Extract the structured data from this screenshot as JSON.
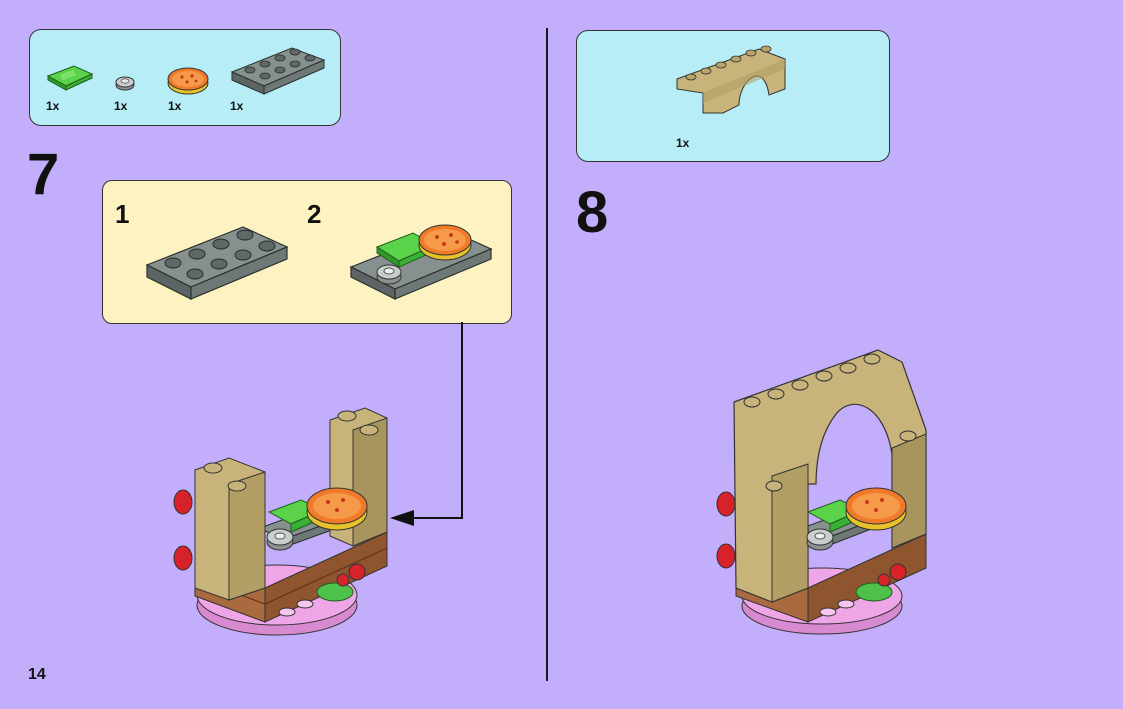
{
  "page": {
    "number": "14"
  },
  "step7": {
    "number": "7",
    "parts": [
      {
        "icon": "green-tile-brick-icon",
        "qty": "1x"
      },
      {
        "icon": "grey-round-plate-icon",
        "qty": "1x"
      },
      {
        "icon": "pizza-tile-icon",
        "qty": "1x"
      },
      {
        "icon": "grey-plate-2x4-icon",
        "qty": "1x"
      }
    ],
    "substeps": [
      {
        "number": "1"
      },
      {
        "number": "2"
      }
    ]
  },
  "step8": {
    "number": "8",
    "parts": [
      {
        "icon": "tan-arch-brick-icon",
        "qty": "1x"
      }
    ]
  },
  "colors": {
    "background": "#c3aefb",
    "parts_box": "#b7edf7",
    "substep_box": "#fdf3c2",
    "tan": "#c8b47a",
    "green": "#4fc04a",
    "pizza": "#f07a2a",
    "grey": "#7f8c8a",
    "pink": "#eea6e6",
    "brown": "#a86a3e",
    "red": "#d8222a"
  }
}
